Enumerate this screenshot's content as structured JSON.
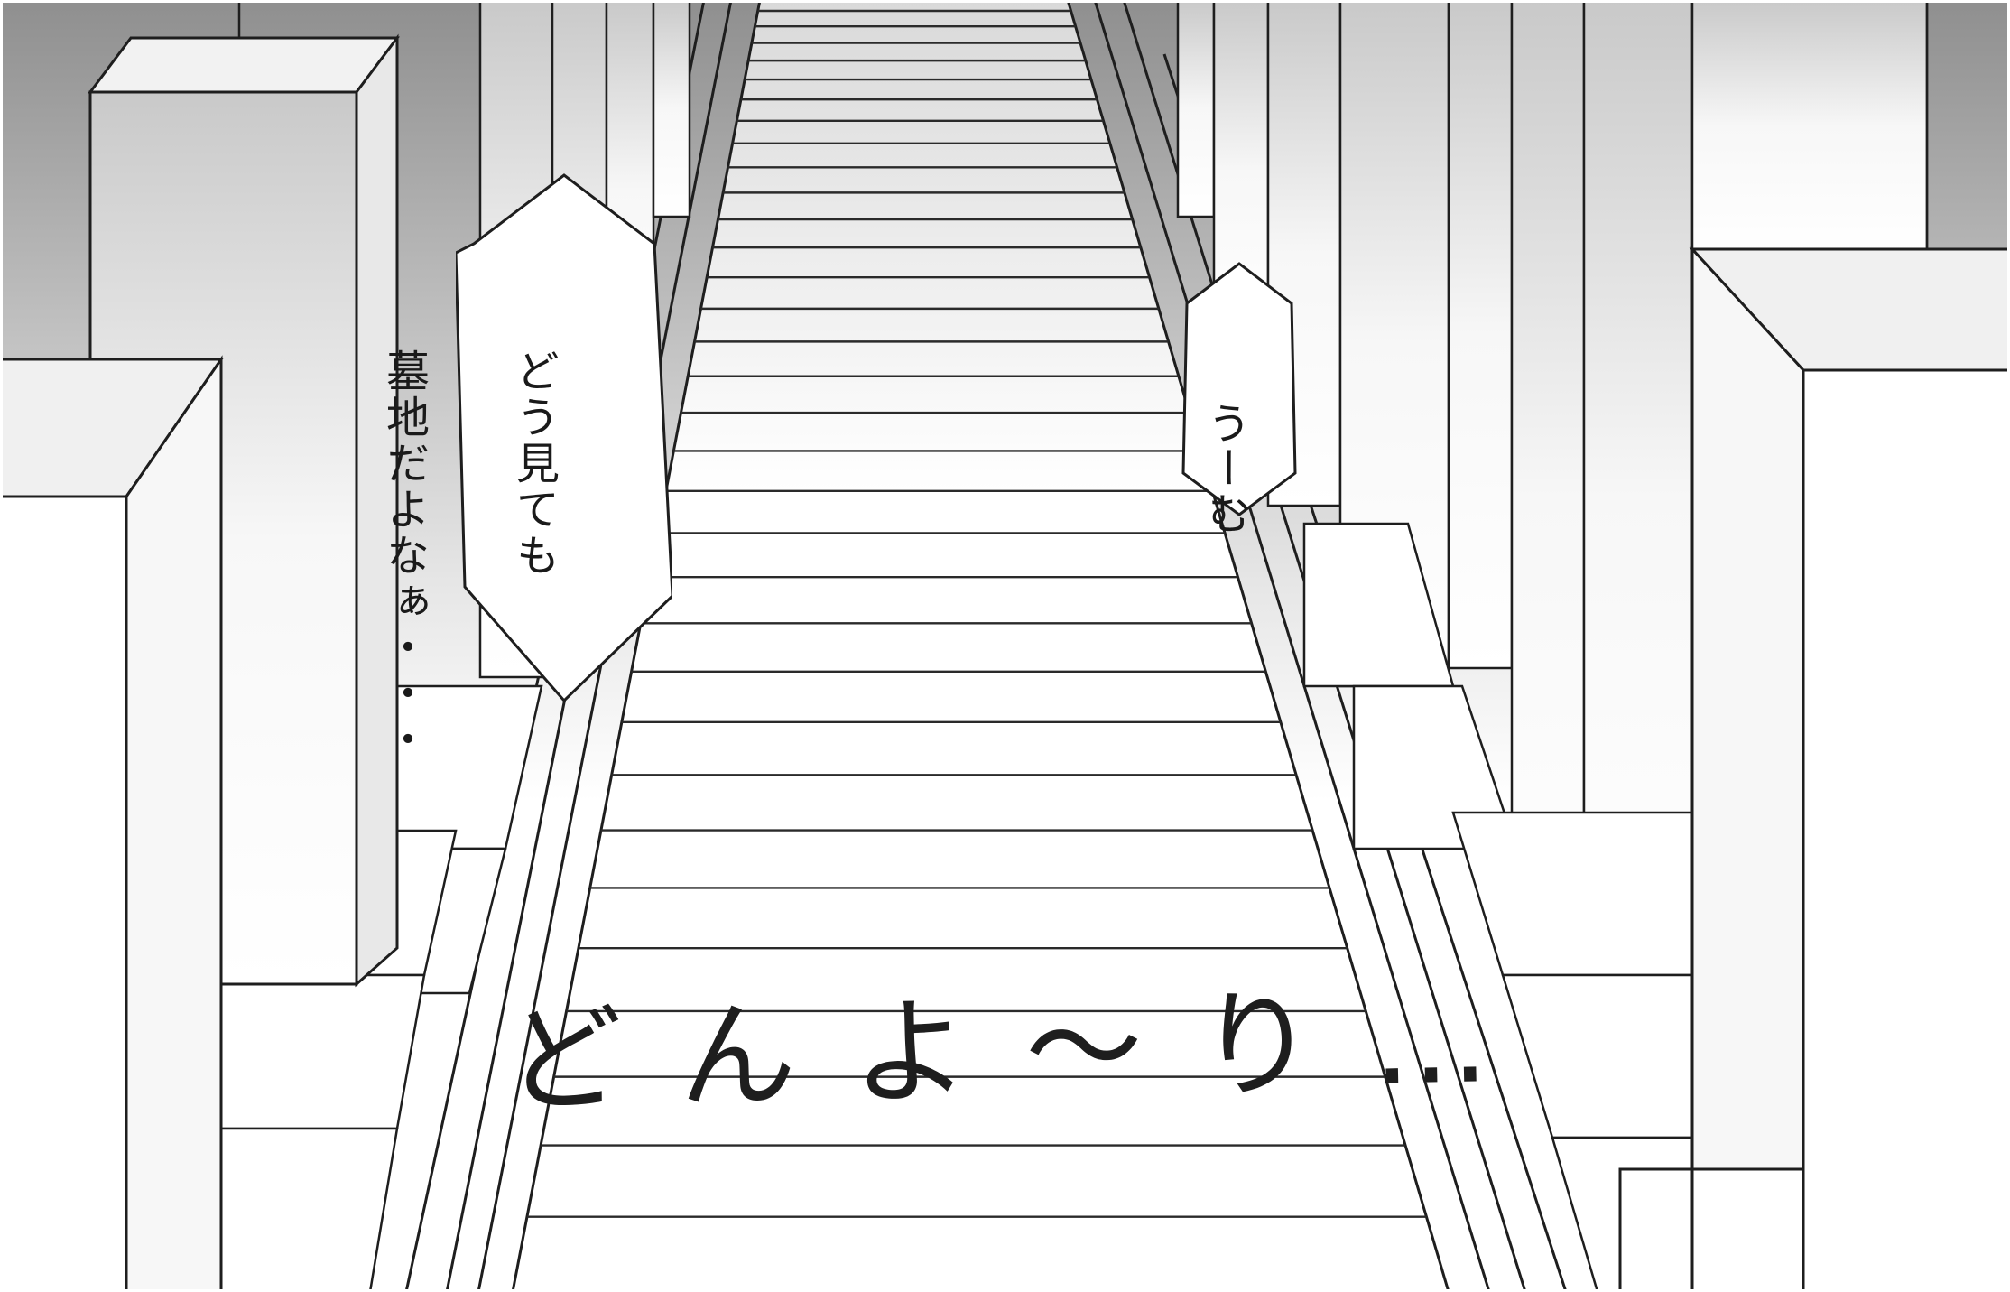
{
  "panel": {
    "scene": "cemetery-stairway",
    "palette": {
      "ink": "#1e1e1e",
      "paper": "#ffffff",
      "screentone_dark": "#9a9a9a",
      "screentone_light": "#f4f4f4"
    }
  },
  "speech_balloons": [
    {
      "id": "left",
      "lines": [
        "どう見ても",
        "墓地だよなぁ・・・"
      ]
    },
    {
      "id": "right",
      "lines": [
        "うーむ"
      ]
    }
  ],
  "sound_effect": {
    "text": "どんよ〜り…"
  }
}
